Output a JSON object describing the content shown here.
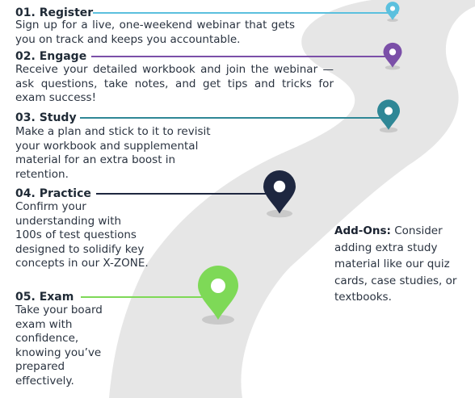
{
  "steps": [
    {
      "number": "01.",
      "title": "Register",
      "body": "Sign up for a live, one-weekend webinar that gets you on track and keeps you accountable.",
      "color": "#5bc0de"
    },
    {
      "number": "02.",
      "title": "Engage",
      "body": "Receive your detailed workbook and join the webinar — ask questions, take notes, and get tips and tricks for exam success!",
      "color": "#7b4fa8"
    },
    {
      "number": "03.",
      "title": "Study",
      "body": "Make a plan and stick to it to revisit your workbook and supplemental material for an extra boost in retention.",
      "color": "#2f8796"
    },
    {
      "number": "04.",
      "title": "Practice",
      "body": "Confirm your understanding with 100s of test questions designed to solidify key concepts in our X-ZONE.",
      "color": "#1e2740"
    },
    {
      "number": "05.",
      "title": "Exam",
      "body": "Take your board exam with confidence, knowing you’ve prepared effectively.",
      "color": "#7ed957"
    }
  ],
  "addons": {
    "label": "Add-Ons:",
    "text": " Consider adding extra study material like our quiz cards, case studies, or textbooks."
  },
  "colors": {
    "road": "#e6e6e6"
  }
}
